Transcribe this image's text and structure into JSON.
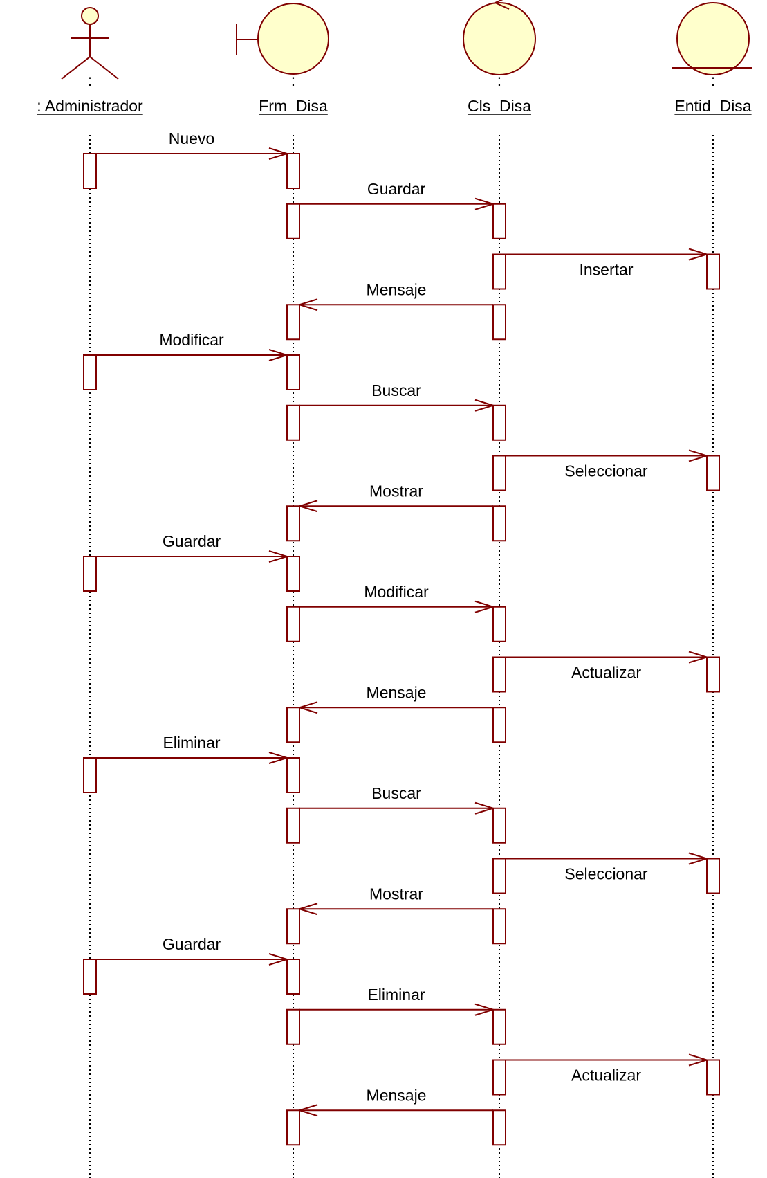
{
  "diagram": {
    "type": "sequence",
    "colors": {
      "line": "#800000",
      "figure_fill": "#FFFFCC",
      "text": "#000000",
      "lifeline": "#000000"
    },
    "participants": [
      {
        "id": "admin",
        "icon": "actor-icon",
        "prefix": ":",
        "name": ":  Administrador"
      },
      {
        "id": "frm",
        "icon": "boundary-icon",
        "prefix": ":",
        "name": "Frm_Disa"
      },
      {
        "id": "cls",
        "icon": "control-icon",
        "prefix": ":",
        "name": "Cls_Disa"
      },
      {
        "id": "ent",
        "icon": "entity-icon",
        "prefix": ":",
        "name": "Entid_Disa"
      }
    ],
    "messages": [
      {
        "from": "admin",
        "to": "frm",
        "label": "Nuevo"
      },
      {
        "from": "frm",
        "to": "cls",
        "label": "Guardar"
      },
      {
        "from": "cls",
        "to": "ent",
        "label": "Insertar"
      },
      {
        "from": "cls",
        "to": "frm",
        "label": "Mensaje"
      },
      {
        "from": "admin",
        "to": "frm",
        "label": "Modificar"
      },
      {
        "from": "frm",
        "to": "cls",
        "label": "Buscar"
      },
      {
        "from": "cls",
        "to": "ent",
        "label": "Seleccionar"
      },
      {
        "from": "cls",
        "to": "frm",
        "label": "Mostrar"
      },
      {
        "from": "admin",
        "to": "frm",
        "label": "Guardar"
      },
      {
        "from": "frm",
        "to": "cls",
        "label": "Modificar"
      },
      {
        "from": "cls",
        "to": "ent",
        "label": "Actualizar"
      },
      {
        "from": "cls",
        "to": "frm",
        "label": "Mensaje"
      },
      {
        "from": "admin",
        "to": "frm",
        "label": "Eliminar"
      },
      {
        "from": "frm",
        "to": "cls",
        "label": "Buscar"
      },
      {
        "from": "cls",
        "to": "ent",
        "label": "Seleccionar"
      },
      {
        "from": "cls",
        "to": "frm",
        "label": "Mostrar"
      },
      {
        "from": "admin",
        "to": "frm",
        "label": "Guardar"
      },
      {
        "from": "frm",
        "to": "cls",
        "label": "Eliminar"
      },
      {
        "from": "cls",
        "to": "ent",
        "label": "Actualizar"
      },
      {
        "from": "cls",
        "to": "frm",
        "label": "Mensaje"
      }
    ]
  }
}
